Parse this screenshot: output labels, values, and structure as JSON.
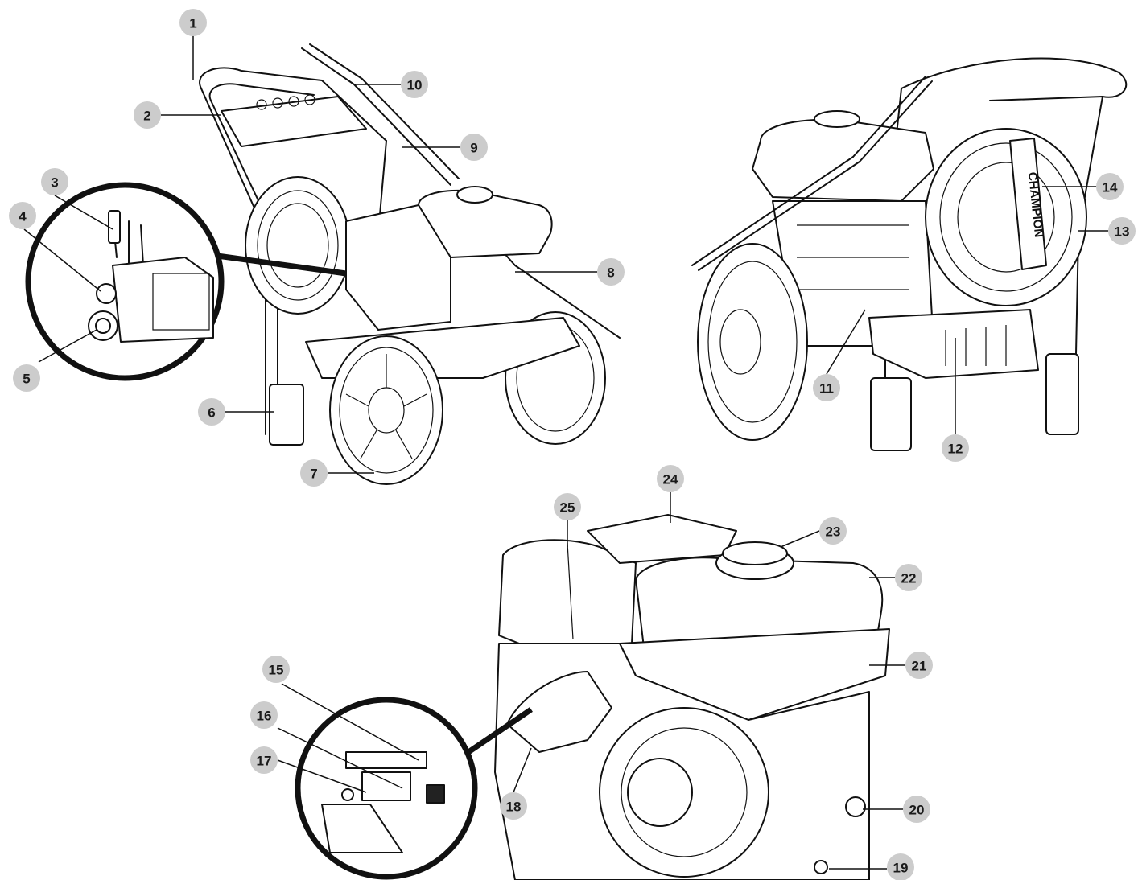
{
  "callouts": [
    "1",
    "2",
    "3",
    "4",
    "5",
    "6",
    "7",
    "8",
    "9",
    "10",
    "11",
    "12",
    "13",
    "14",
    "15",
    "16",
    "17",
    "18",
    "19",
    "20",
    "21",
    "22",
    "23",
    "24",
    "25"
  ],
  "brand": "CHAMPION",
  "colors": {
    "badge": "#cccccc",
    "line": "#111111",
    "background": "#ffffff"
  }
}
